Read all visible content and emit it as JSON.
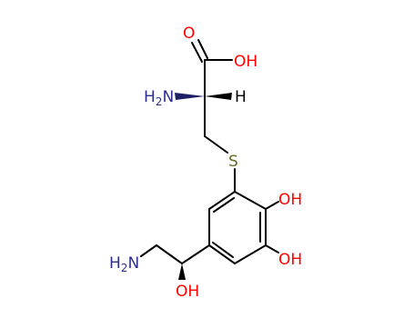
{
  "molecule": {
    "atom_labels": {
      "carbonyl_o": "O",
      "acid_oh": "OH",
      "amine1_h": "H",
      "amine1_sub": "2",
      "amine1_n": "N",
      "alpha_h": "H",
      "sulfur": "S",
      "ring_oh1": "OH",
      "ring_oh2": "OH",
      "amine2_h": "H",
      "amine2_sub": "2",
      "amine2_n": "N",
      "side_oh": "OH"
    },
    "colors": {
      "bond": "#000000",
      "oxygen": "#ff0000",
      "nitrogen": "#2e2e8c",
      "sulfur": "#6b6b1f",
      "hydrogen": "#000000"
    }
  }
}
